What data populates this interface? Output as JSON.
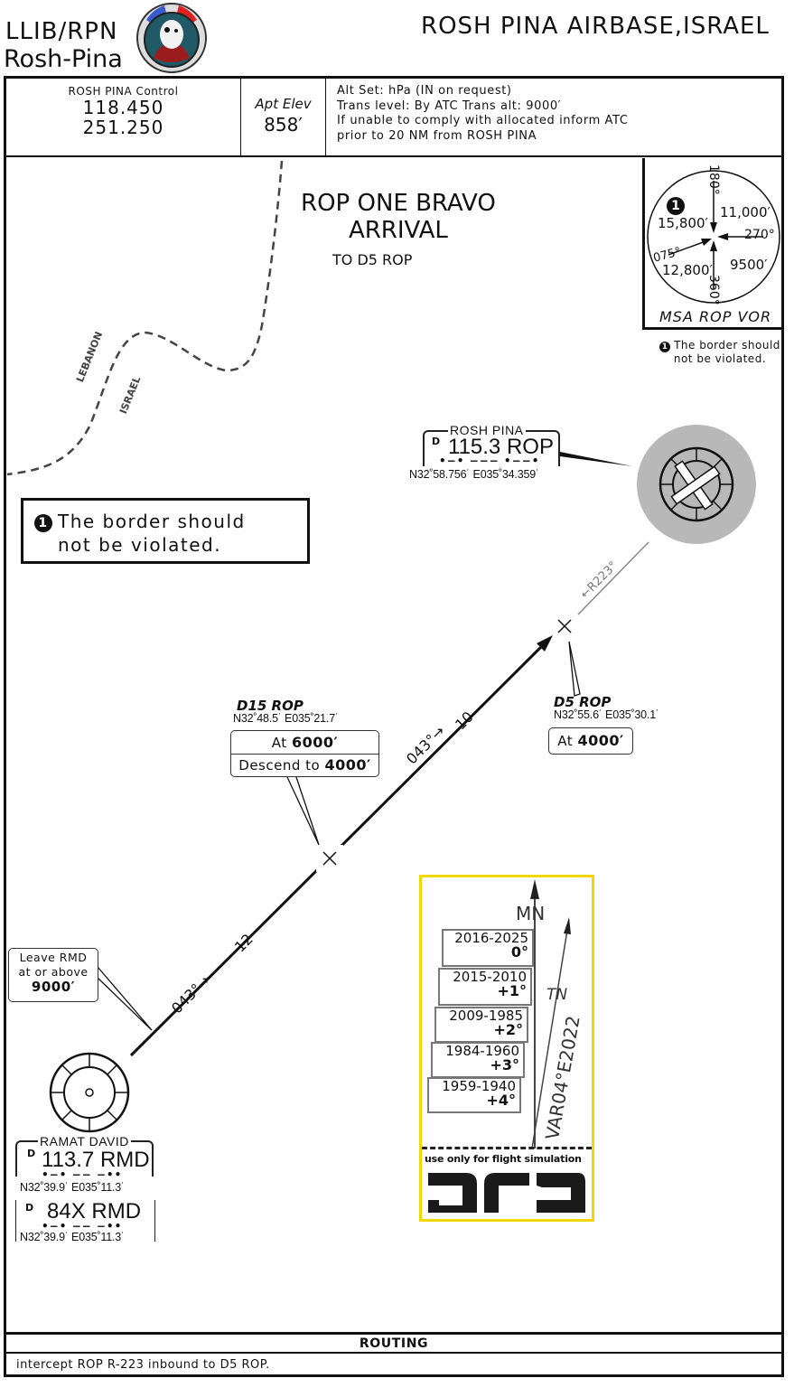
{
  "header": {
    "ident": "LLIB/RPN",
    "city": "Rosh-Pina",
    "title": "ROSH  PINA  AIRBASE,ISRAEL",
    "logo_icon": "squadron-patch-icon"
  },
  "info": {
    "control_label": "ROSH  PINA Control",
    "freq1": "118.450",
    "freq2": "251.250",
    "elev_label": "Apt Elev",
    "elev_value": "858′",
    "notes": [
      "Alt Set: hPa (IN on request)",
      "Trans level: By ATC  Trans alt: 9000′",
      "If unable to comply with allocated inform ATC",
      "prior to 20 NM from ROSH PINA"
    ]
  },
  "procedure": {
    "title_line1": "ROP ONE BRAVO",
    "title_line2": "ARRIVAL",
    "subtitle": "TO D5 ROP"
  },
  "msa": {
    "label": "MSA   ROP VOR",
    "note_marker": "1",
    "bearings": [
      "180°",
      "270°",
      "360°",
      "075°"
    ],
    "sectors": [
      "15,800′",
      "11,000′",
      "12,800′",
      "9500′"
    ],
    "note": "The border should not be violated."
  },
  "border": {
    "left_label": "LEBANON",
    "right_label": "ISRAEL",
    "note_marker": "1",
    "note_line1": "The border should",
    "note_line2": "not be violated."
  },
  "navaids": {
    "rop": {
      "name": "ROSH  PINA",
      "prefix": "D",
      "freq": "115.3 ROP",
      "morse": "•−•  −−−  •−−•",
      "coords": "N32˚58.756˙ E035˚34.359˙"
    },
    "rmd": {
      "name": "RAMAT DAVID",
      "prefix": "D",
      "freq": "113.7 RMD",
      "morse": "•−•  −−  −••",
      "coords": "N32˚39.9˙  E035˚11.3˙"
    },
    "rmd_tacan": {
      "prefix": "D",
      "freq": "84X RMD",
      "morse": "•−•  −−  −••",
      "coords": "N32˚39.9˙  E035˚11.3˙"
    }
  },
  "fixes": {
    "d15": {
      "name": "D15 ROP",
      "coords": "N32˚48.5˙ E035˚21.7˙",
      "alt1_prefix": "At ",
      "alt1_value": "6000′",
      "alt2_prefix": "Descend to ",
      "alt2_value": "4000′"
    },
    "d5": {
      "name": "D5 ROP",
      "coords": "N32˚55.6˙ E035˚30.1˙",
      "alt_prefix": "At ",
      "alt_value": "4000′"
    },
    "rmd_leave": {
      "line1": "Leave RMD",
      "line2": "at or above",
      "value": "9000′"
    }
  },
  "track": {
    "course1": "043°→",
    "dist1": "12",
    "course2": "043°→",
    "dist2": "10",
    "radial": "←R223°"
  },
  "magvar": {
    "mn_label": "MN",
    "tn_label": "TN",
    "var_label": "VAR04°E2022",
    "rows": [
      {
        "years": "2016-2025",
        "corr": "0°"
      },
      {
        "years": "2015-2010",
        "corr": "+1°"
      },
      {
        "years": "2009-1985",
        "corr": "+2°"
      },
      {
        "years": "1984-1960",
        "corr": "+3°"
      },
      {
        "years": "1959-1940",
        "corr": "+4°"
      }
    ],
    "disclaimer": "use only for flight simulation",
    "logo": "DCS"
  },
  "routing": {
    "heading": "ROUTING",
    "text": "intercept ROP R-223 inbound to D5 ROP."
  }
}
